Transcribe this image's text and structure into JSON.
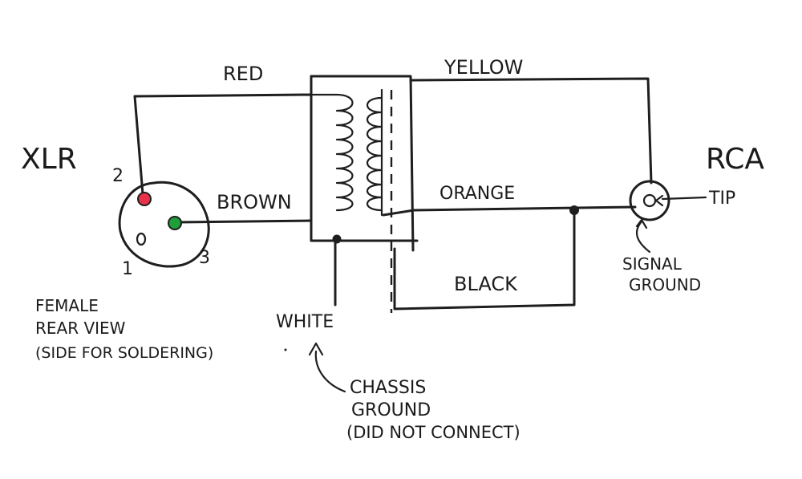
{
  "connectors": {
    "xlr": {
      "title": "XLR",
      "pin1": "1",
      "pin2": "2",
      "pin3": "3",
      "caption": [
        "FEMALE",
        "REAR VIEW",
        "(SIDE FOR SOLDERING)"
      ],
      "pin2_color": "#e8324a",
      "pin3_color": "#1f9e3a"
    },
    "rca": {
      "title": "RCA",
      "tip_label": "TIP",
      "ground_label": [
        "SIGNAL",
        "GROUND"
      ]
    }
  },
  "wires": {
    "red": "RED",
    "yellow": "YELLOW",
    "brown": "BROWN",
    "orange": "ORANGE",
    "black": "BLACK",
    "white": "WHITE"
  },
  "annotations": {
    "chassis": [
      "CHASSIS",
      "GROUND",
      "(DID NOT CONNECT)"
    ]
  }
}
